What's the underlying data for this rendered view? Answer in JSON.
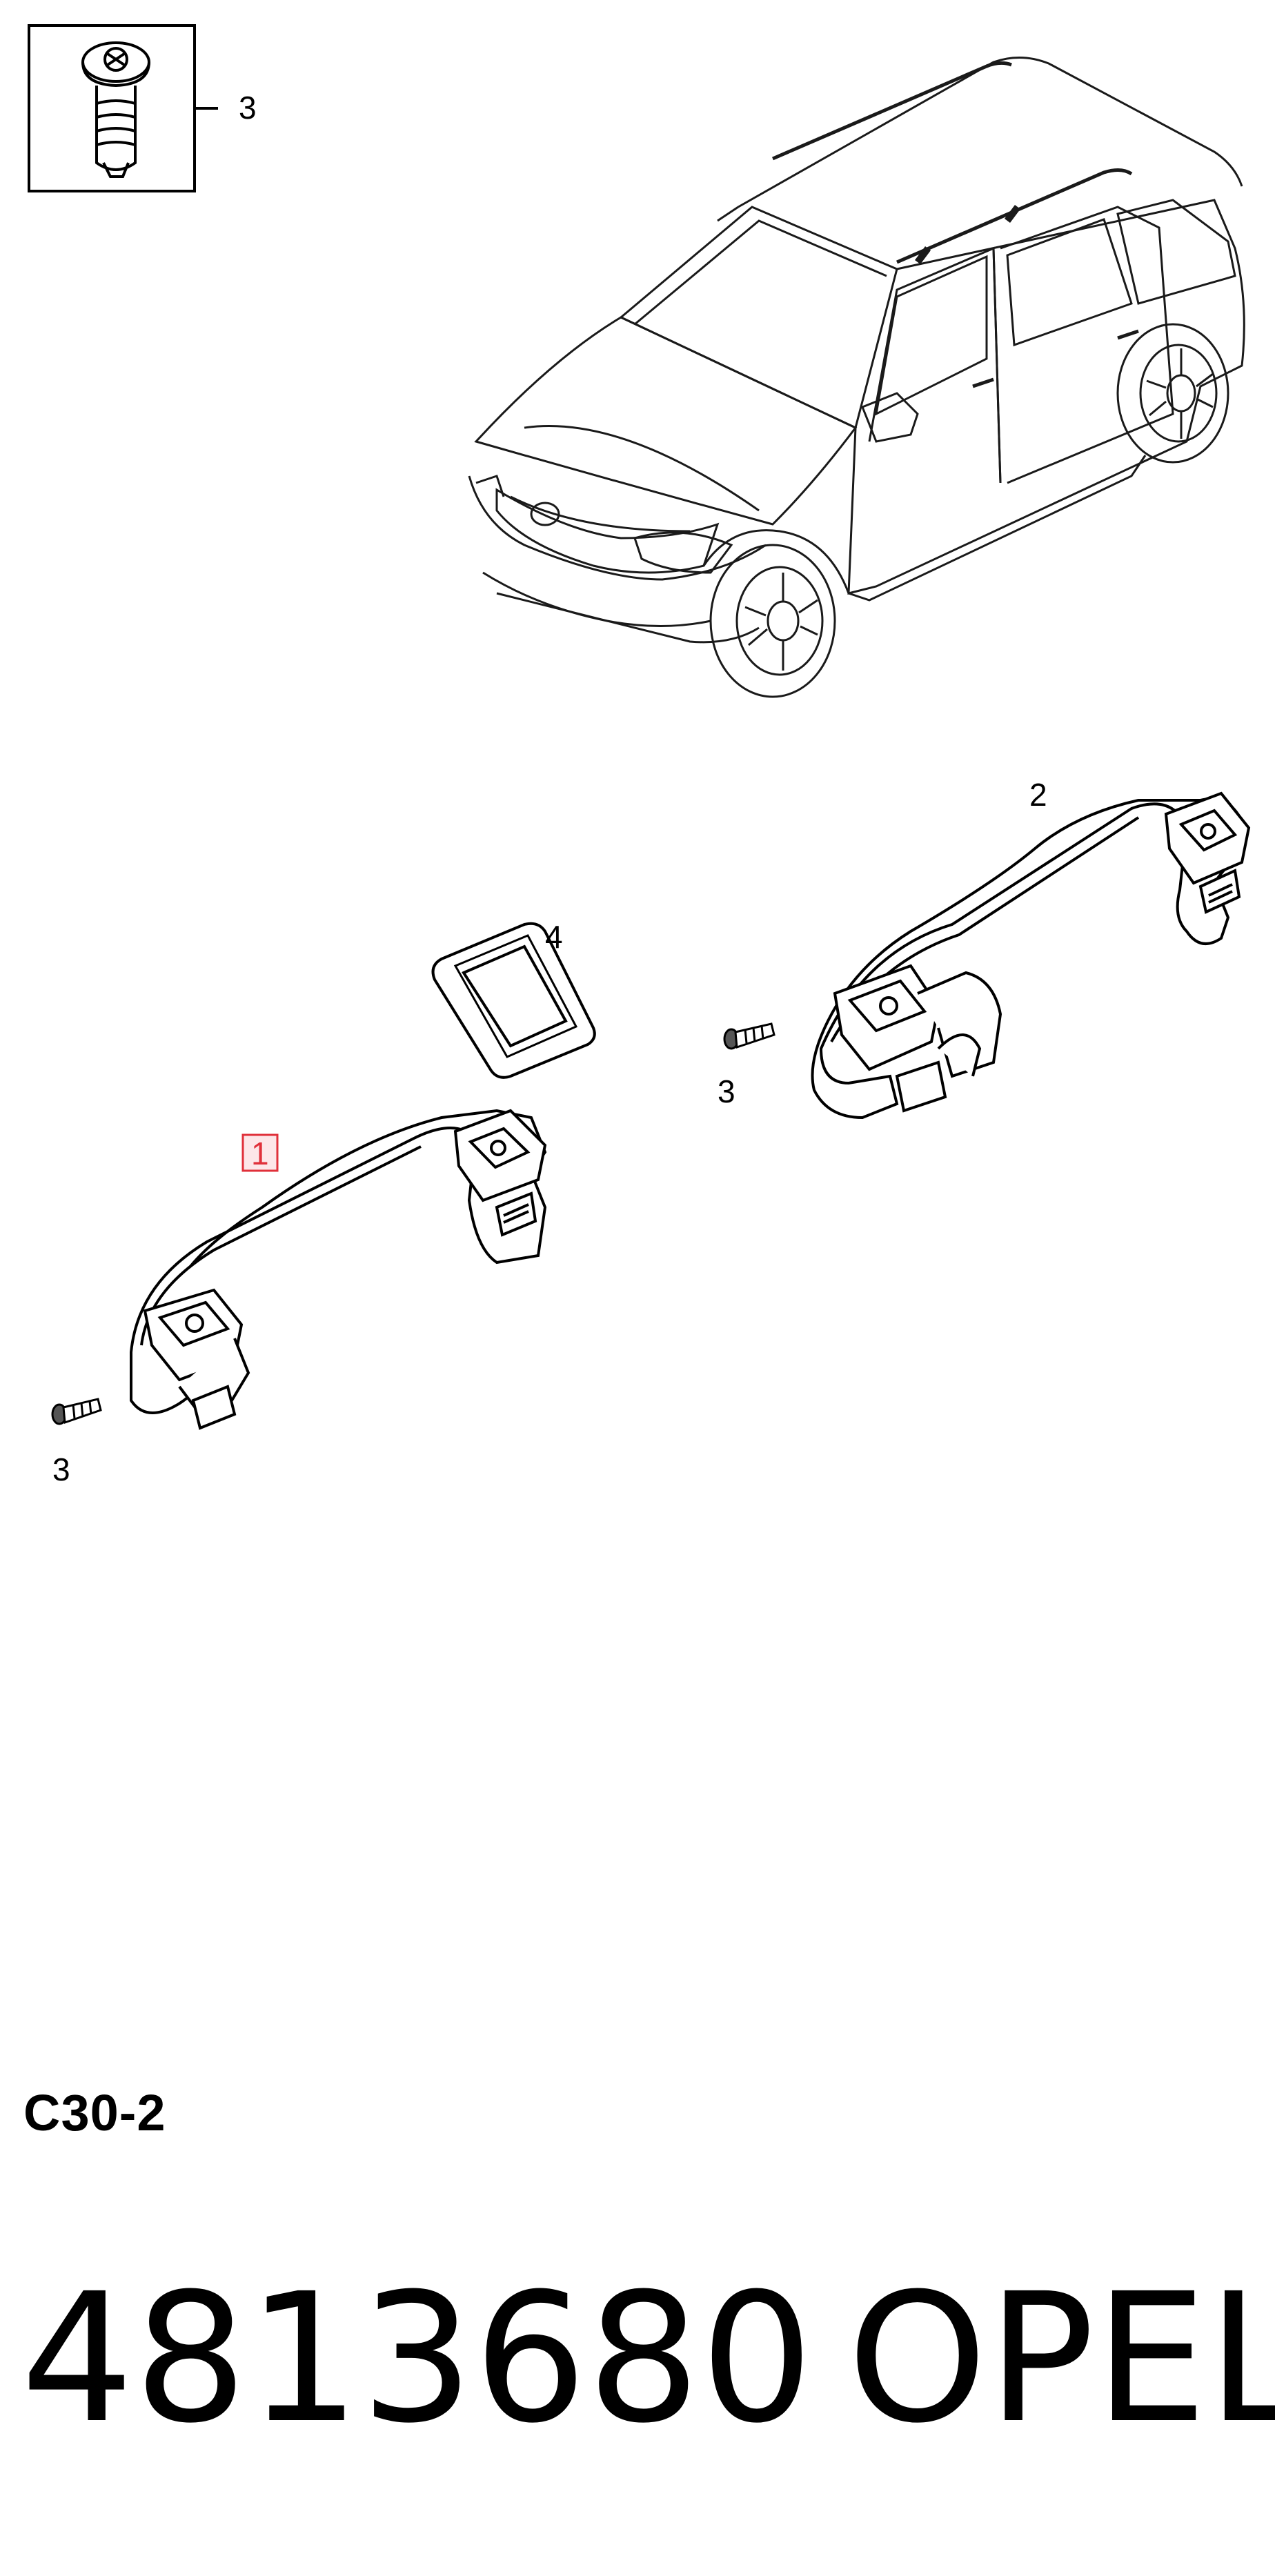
{
  "callouts": {
    "screw_inset": "3",
    "handle_rear": "2",
    "cover": "4",
    "screw_rear": "3",
    "handle_front": "1",
    "screw_front": "3"
  },
  "section_code": "C30-2",
  "part_number": "4813680",
  "brand": "OPEL",
  "colors": {
    "line": "#000000",
    "highlight": "#e0303a",
    "highlight_fill": "#fde6e8"
  }
}
